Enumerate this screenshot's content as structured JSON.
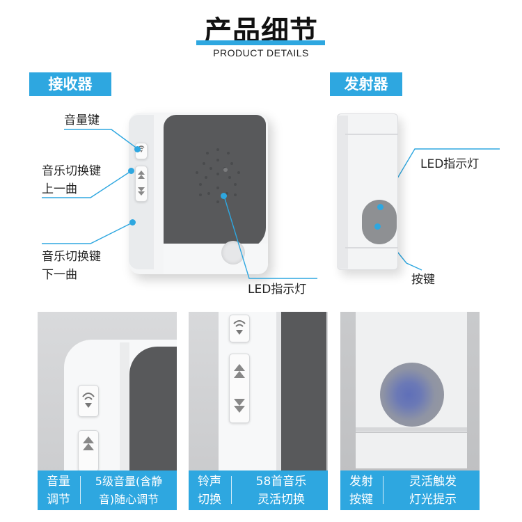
{
  "header": {
    "title": "产品细节",
    "subtitle": "PRODUCT DETAILS"
  },
  "sections": {
    "receiver": "接收器",
    "transmitter": "发射器"
  },
  "receiver_labels": {
    "volume_key": "音量键",
    "music_prev": "音乐切换键\n上一曲",
    "music_next": "音乐切换键\n下一曲",
    "led": "LED指示灯"
  },
  "transmitter_labels": {
    "led": "LED指示灯",
    "button": "按键"
  },
  "panels": [
    {
      "left": "音量\n调节",
      "right": "5级音量(含静\n音)随心调节"
    },
    {
      "left": "铃声\n切换",
      "right": "58首音乐\n灵活切换"
    },
    {
      "left": "发射\n按键",
      "right": "灵活触发\n灯光提示"
    }
  ],
  "colors": {
    "accent": "#2ea7e0",
    "device_gray": "#58595b"
  },
  "icons": {
    "volume": "volume-icon",
    "up": "arrow-up-icon",
    "down": "arrow-down-icon"
  }
}
